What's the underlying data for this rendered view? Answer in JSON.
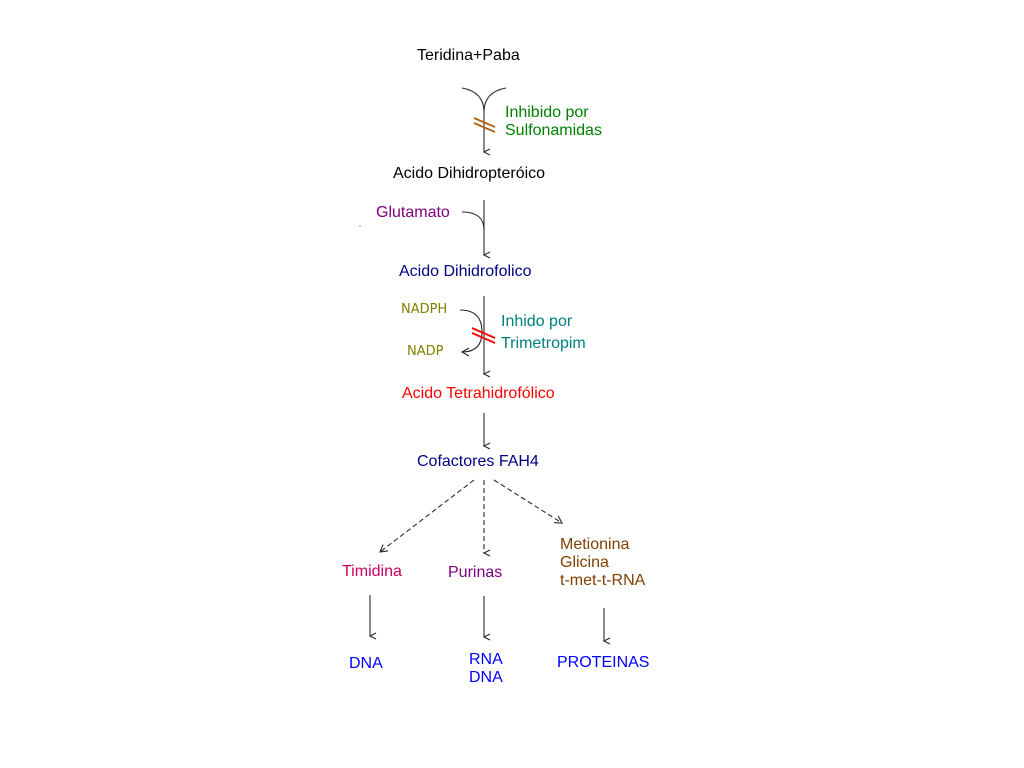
{
  "colors": {
    "black": "#000000",
    "green": "#008000",
    "purple": "#800080",
    "navy": "#000080",
    "olive": "#808000",
    "teal": "#008080",
    "red": "#ff0000",
    "magenta": "#cc0066",
    "brown": "#804000",
    "blue": "#0000ff",
    "inhibition_orange": "#b06010",
    "inhibition_red": "#ff0000"
  },
  "nodes": {
    "teridina_paba": "Teridina+Paba",
    "acido_dihidropteroico": "Acido Dihidropteróico",
    "glutamato": "Glutamato",
    "acido_dihidrofolico": "Acido Dihidrofolico",
    "nadph": "NADPH",
    "nadp": "NADP",
    "acido_tetrahidrofolico": "Acido Tetrahidrofólico",
    "cofactores": "Cofactores FAH4",
    "timidina": "Timidina",
    "purinas": "Purinas",
    "metionina_lines": [
      "Metionina",
      "Glicina",
      "t-met-t-RNA"
    ],
    "dna_left": "DNA",
    "rna_dna_lines": [
      "RNA",
      "DNA"
    ],
    "proteinas": "PROTEINAS"
  },
  "inhibitions": {
    "sulfonamidas_lines": [
      "Inhibido por",
      "Sulfonamidas"
    ],
    "trimetropim_lines": [
      "Inhido por",
      "Trimetropim"
    ]
  }
}
